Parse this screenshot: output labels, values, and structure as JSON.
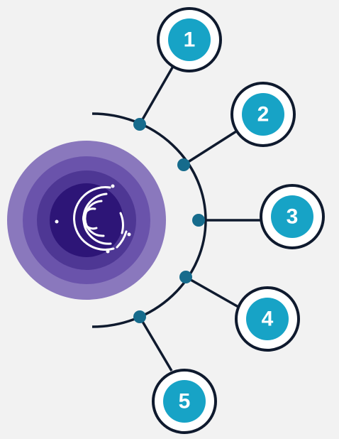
{
  "diagram": {
    "steps": [
      {
        "number": "1"
      },
      {
        "number": "2"
      },
      {
        "number": "3"
      },
      {
        "number": "4"
      },
      {
        "number": "5"
      }
    ]
  },
  "colors": {
    "background": "#f2f2f2",
    "connector": "#0f1a2e",
    "junction_dot": "#166b8c",
    "badge_fill": "#17a3c6",
    "badge_ring": "#ffffff",
    "badge_outline": "#0f1a2e",
    "number_text": "#ffffff",
    "hub_outer": "#8a78bd",
    "hub_mid": "#6a53ab",
    "hub_inner": "#4e3794",
    "hub_core": "#2d1577",
    "logo_stroke": "#ffffff"
  },
  "icons": {
    "hub_logo": "circular-c-logo-icon"
  }
}
